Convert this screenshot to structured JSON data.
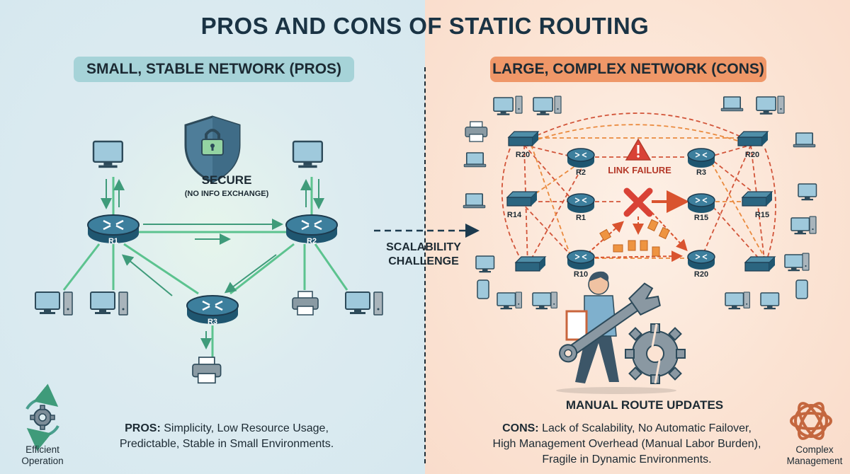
{
  "title": "PROS AND CONS OF STATIC ROUTING",
  "left": {
    "header": "SMALL, STABLE NETWORK (PROS)",
    "secure_label": "SECURE",
    "secure_sub": "(NO INFO EXCHANGE)",
    "routers": [
      "R1",
      "R2",
      "R3"
    ],
    "summary_bold": "PROS:",
    "summary_line1": " Simplicity, Low Resource Usage,",
    "summary_line2": "Predictable, Stable in Small Environments.",
    "badge_line1": "Efficient",
    "badge_line2": "Operation",
    "colors": {
      "accent": "#4caf7d",
      "panel": "#d9eaf0",
      "pill": "#a6d3d8"
    }
  },
  "middle": {
    "arrow_line1": "SCALABILITY",
    "arrow_line2": "CHALLENGE"
  },
  "right": {
    "header": "LARGE, COMPLEX NETWORK (CONS)",
    "link_failure": "LINK FAILURE",
    "routers": [
      "R2",
      "R3",
      "R1",
      "R15",
      "R10",
      "R20"
    ],
    "switches": [
      "R20",
      "R20",
      "R14",
      "R15"
    ],
    "manual_label": "MANUAL ROUTE UPDATES",
    "summary_bold": "CONS:",
    "summary_line1": " Lack of Scalability, No Automatic Failover,",
    "summary_line2": "High Management Overhead (Manual Labor Burden),",
    "summary_line3": "Fragile in Dynamic Environments.",
    "badge_line1": "Complex",
    "badge_line2": "Management",
    "colors": {
      "accent": "#d9532f",
      "panel": "#fbe3d3",
      "pill": "#ef9768"
    }
  }
}
